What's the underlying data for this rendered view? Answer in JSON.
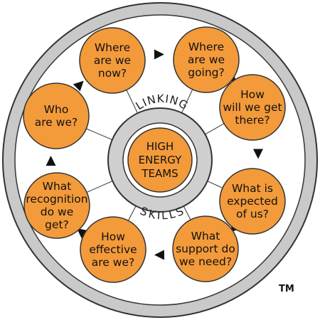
{
  "diagram": {
    "center_label": [
      "HIGH",
      "ENERGY",
      "TEAMS"
    ],
    "ring_top_label": "LINKING",
    "ring_bottom_label": "SKILLS",
    "trademark": "TM",
    "nodes": [
      {
        "id": "where-are-we-now",
        "lines": [
          "Where",
          "are we",
          "now?"
        ]
      },
      {
        "id": "where-are-we-going",
        "lines": [
          "Where",
          "are we",
          "going?"
        ]
      },
      {
        "id": "how-will-we-get-there",
        "lines": [
          "How",
          "will we get",
          "there?"
        ]
      },
      {
        "id": "what-is-expected-of-us",
        "lines": [
          "What is",
          "expected",
          "of us?"
        ]
      },
      {
        "id": "what-support-do-we-need",
        "lines": [
          "What",
          "support do",
          "we need?"
        ]
      },
      {
        "id": "how-effective-are-we",
        "lines": [
          "How",
          "effective",
          "are we?"
        ]
      },
      {
        "id": "what-recognition-do-we-get",
        "lines": [
          "What",
          "recognition",
          "do we",
          "get?"
        ]
      },
      {
        "id": "who-are-we",
        "lines": [
          "Who",
          "are we?"
        ]
      }
    ],
    "colors": {
      "node_fill": "#F39A3A",
      "outer_ring": "#C9C9C9",
      "inner_ring": "#CFCFCF",
      "outline": "#333333",
      "arrow": "#111111"
    }
  }
}
